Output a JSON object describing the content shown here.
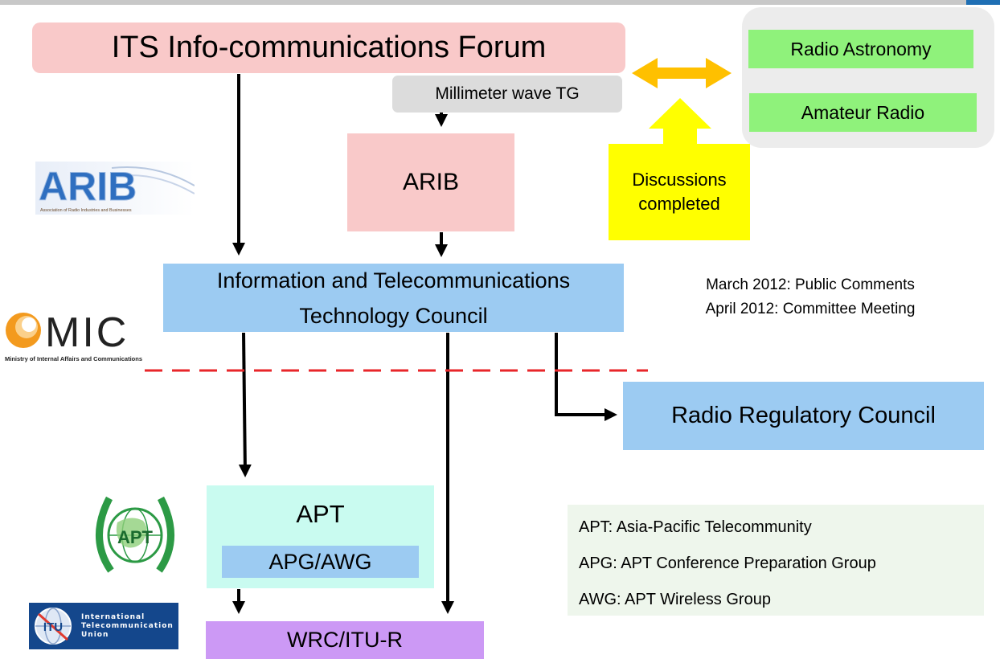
{
  "boxes": {
    "its_forum": "ITS Info-communications Forum",
    "millimeter_tg": "Millimeter wave TG",
    "arib": "ARIB",
    "itc_line1": "Information and Telecommunications",
    "itc_line2": "Technology Council",
    "radio_regulatory": "Radio Regulatory Council",
    "apt": "APT",
    "apg_awg": "APG/AWG",
    "wrc": "WRC/ITU-R",
    "radio_astronomy": "Radio Astronomy",
    "amateur_radio": "Amateur Radio",
    "discussions_line1": "Discussions",
    "discussions_line2": "completed"
  },
  "notes": [
    "March 2012: Public Comments",
    "April 2012: Committee Meeting"
  ],
  "legend": [
    "APT: Asia-Pacific Telecommunity",
    "APG: APT Conference Preparation Group",
    "AWG: APT Wireless Group"
  ],
  "logos": {
    "arib_text": "ARIB",
    "arib_sub": "Association of Radio Industries and Businesses",
    "mic_text": "MIC",
    "mic_sub": "Ministry of Internal Affairs and Communications",
    "apt_text": "APT",
    "itu_line1": "International",
    "itu_line2": "Telecommunication",
    "itu_line3": "Union",
    "itu_mark": "ITU"
  },
  "colors": {
    "pink_box": "#f9c9c9",
    "blue_box": "#9ccbf2",
    "green_box": "#8ff27b",
    "yellow": "#ffff00",
    "orange_arrow": "#ffc000",
    "cyan_box": "#c9fbf0",
    "purple_box": "#cc99f5",
    "divider_red": "#e8262a"
  }
}
